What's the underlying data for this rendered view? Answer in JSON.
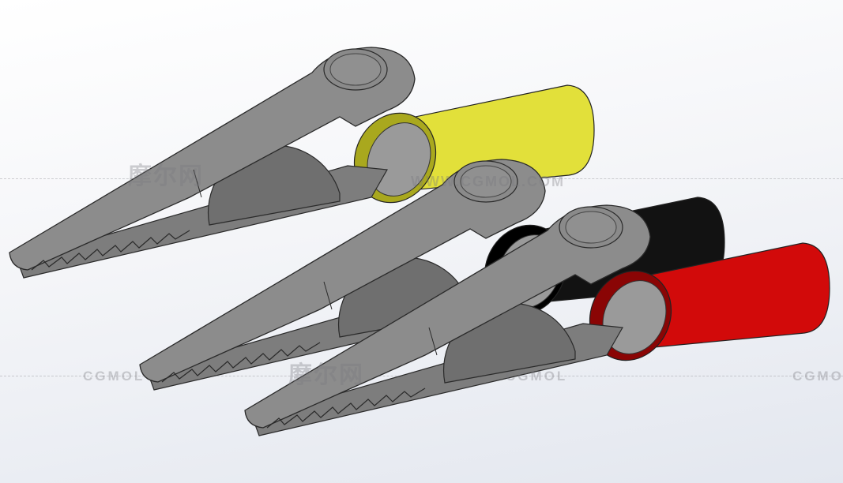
{
  "scene": {
    "clips": [
      {
        "sleeve_color": "#e2e03a",
        "sleeve_shade": "#a9a81e"
      },
      {
        "sleeve_color": "#121212",
        "sleeve_shade": "#000000"
      },
      {
        "sleeve_color": "#d20a0a",
        "sleeve_shade": "#8a0505"
      }
    ],
    "metal_color": "#8c8c8c"
  },
  "watermarks": {
    "cn": "摩尔网",
    "en": "CGMOL",
    "url": "WWW.CGMOL.COM"
  }
}
